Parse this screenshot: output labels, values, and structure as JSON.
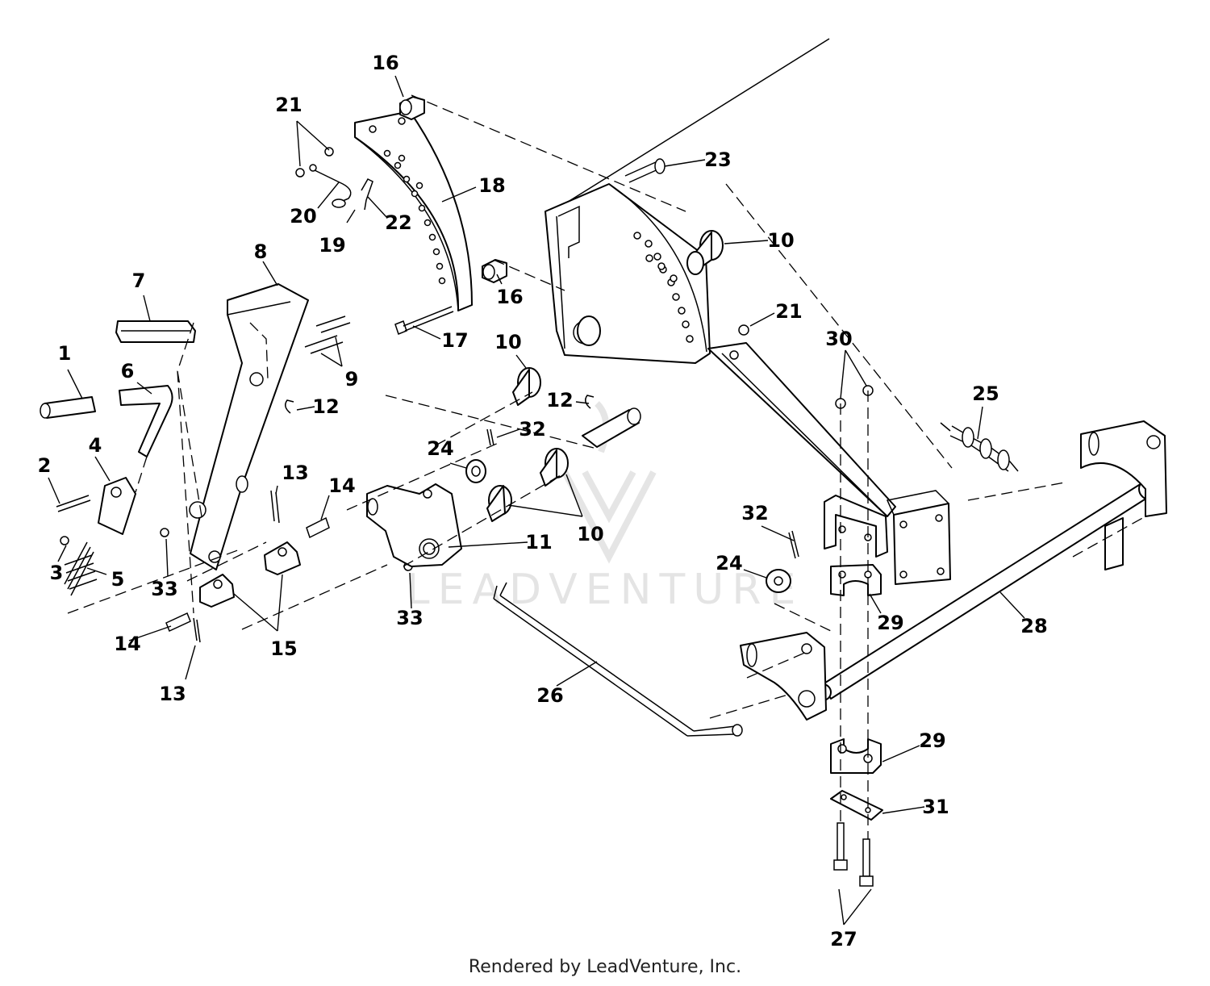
{
  "diagram": {
    "callouts": [
      {
        "id": "c1",
        "text": "1"
      },
      {
        "id": "c2",
        "text": "2"
      },
      {
        "id": "c3",
        "text": "3"
      },
      {
        "id": "c4",
        "text": "4"
      },
      {
        "id": "c5",
        "text": "5"
      },
      {
        "id": "c6",
        "text": "6"
      },
      {
        "id": "c7",
        "text": "7"
      },
      {
        "id": "c8",
        "text": "8"
      },
      {
        "id": "c9",
        "text": "9"
      },
      {
        "id": "c10a",
        "text": "10"
      },
      {
        "id": "c10b",
        "text": "10"
      },
      {
        "id": "c10c",
        "text": "10"
      },
      {
        "id": "c11",
        "text": "11"
      },
      {
        "id": "c12a",
        "text": "12"
      },
      {
        "id": "c12b",
        "text": "12"
      },
      {
        "id": "c13a",
        "text": "13"
      },
      {
        "id": "c13b",
        "text": "13"
      },
      {
        "id": "c14a",
        "text": "14"
      },
      {
        "id": "c14b",
        "text": "14"
      },
      {
        "id": "c15",
        "text": "15"
      },
      {
        "id": "c16a",
        "text": "16"
      },
      {
        "id": "c16b",
        "text": "16"
      },
      {
        "id": "c17",
        "text": "17"
      },
      {
        "id": "c18",
        "text": "18"
      },
      {
        "id": "c19",
        "text": "19"
      },
      {
        "id": "c20",
        "text": "20"
      },
      {
        "id": "c21a",
        "text": "21"
      },
      {
        "id": "c21b",
        "text": "21"
      },
      {
        "id": "c22",
        "text": "22"
      },
      {
        "id": "c23",
        "text": "23"
      },
      {
        "id": "c24a",
        "text": "24"
      },
      {
        "id": "c24b",
        "text": "24"
      },
      {
        "id": "c25",
        "text": "25"
      },
      {
        "id": "c26",
        "text": "26"
      },
      {
        "id": "c27",
        "text": "27"
      },
      {
        "id": "c28",
        "text": "28"
      },
      {
        "id": "c29a",
        "text": "29"
      },
      {
        "id": "c29b",
        "text": "29"
      },
      {
        "id": "c30",
        "text": "30"
      },
      {
        "id": "c31",
        "text": "31"
      },
      {
        "id": "c32a",
        "text": "32"
      },
      {
        "id": "c32b",
        "text": "32"
      },
      {
        "id": "c33a",
        "text": "33"
      },
      {
        "id": "c33b",
        "text": "33"
      }
    ]
  },
  "watermark": {
    "text": "LEADVENTURE"
  },
  "footer": {
    "text": "Rendered by LeadVenture, Inc."
  }
}
